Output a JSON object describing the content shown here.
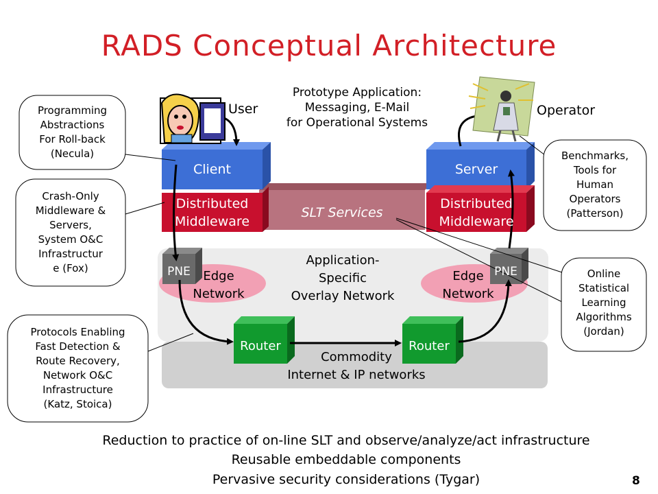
{
  "title": "RADS Conceptual Architecture",
  "labels": {
    "user": "User",
    "operator": "Operator",
    "prototype_app": [
      "Prototype Application:",
      "Messaging, E-Mail",
      "for Operational Systems"
    ],
    "client": "Client",
    "server": "Server",
    "distributed_middleware_left": [
      "Distributed",
      "Middleware"
    ],
    "distributed_middleware_right": [
      "Distributed",
      "Middleware"
    ],
    "slt_services": "SLT Services",
    "pne_left": "PNE",
    "pne_right": "PNE",
    "edge_network_left": [
      "Edge",
      "Network"
    ],
    "edge_network_right": [
      "Edge",
      "Network"
    ],
    "overlay_network": [
      "Application-",
      "Specific",
      "Overlay Network"
    ],
    "router_left": "Router",
    "router_right": "Router",
    "commodity": [
      "Commodity",
      "Internet & IP networks"
    ]
  },
  "callouts": {
    "programming": [
      "Programming",
      "Abstractions",
      "For Roll-back",
      "(Necula)"
    ],
    "crash_only": [
      "Crash-Only",
      "Middleware &",
      "Servers,",
      "System O&C",
      "Infrastructur",
      "e (Fox)"
    ],
    "protocols": [
      "Protocols Enabling",
      "Fast Detection &",
      "Route Recovery,",
      "Network O&C",
      "Infrastructure",
      "(Katz, Stoica)"
    ],
    "benchmarks": [
      "Benchmarks,",
      "Tools for",
      "Human",
      "Operators",
      "(Patterson)"
    ],
    "online": [
      "Online",
      "Statistical",
      "Learning",
      "Algorithms",
      "(Jordan)"
    ]
  },
  "bottom": {
    "line1": "Reduction to practice of on-line SLT and observe/analyze/act infrastructure",
    "line2": "Reusable embeddable components",
    "line3": "Pervasive security considerations (Tygar)"
  },
  "slide_number": "8",
  "colors": {
    "title": "#d21f26",
    "blue_box": "#3d6fd6",
    "red_box": "#c8102e",
    "slt_band": "#b8737f",
    "green_box": "#119a2e",
    "pne_box": "#6a6a6a",
    "overlay_band": "#ececec",
    "commodity_band": "#d0d0d0",
    "edge_ellipse": "#f2a0b4"
  },
  "icons": {
    "user": "user-at-computer-icon",
    "operator": "operator-person-icon"
  }
}
